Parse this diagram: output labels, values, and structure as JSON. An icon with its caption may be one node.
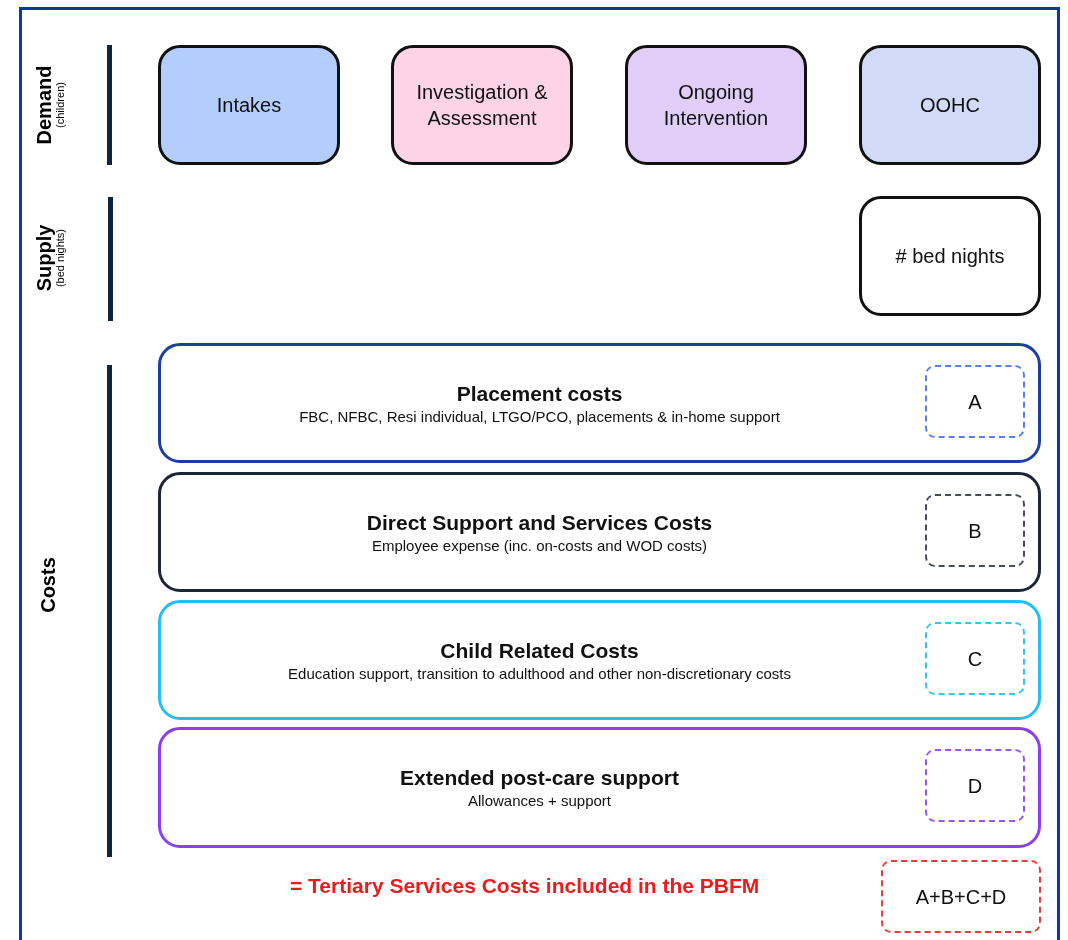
{
  "diagram": {
    "nodes": [
      {
        "text": [
          "Intakes"
        ]
      },
      {
        "text": [
          "Investigation & Assessment"
        ]
      },
      {
        "text": [
          "Ongoing Intervention"
        ]
      },
      {
        "text": [
          "OOHC"
        ]
      },
      {
        "text": [
          "# bed nights"
        ]
      },
      {
        "text": [
          "Placement costs",
          "FBC, NFBC, Resi individual, LTGO/PCO, placements & in-home support"
        ]
      },
      {
        "text": [
          "A"
        ],
        "in": 5
      },
      {
        "text": [
          "Direct Support and Services Costs",
          "Employee expense (inc. on-costs and WOD costs)"
        ]
      },
      {
        "text": [
          "B"
        ],
        "in": 7
      },
      {
        "text": [
          "Child Related Costs",
          "Education support, transition to adulthood and other non-discretionary costs"
        ]
      },
      {
        "text": [
          "C"
        ],
        "in": 9
      },
      {
        "text": [
          "Extended post-care support",
          "Allowances + support"
        ]
      },
      {
        "text": [
          "D"
        ],
        "in": 11
      },
      {
        "text": [
          "A+B+C+D"
        ]
      }
    ],
    "labels": [
      "Demand",
      "(children)",
      "Supply",
      "(bed nights)",
      "Costs",
      "= Tertiary Services Costs included in the PBFM"
    ]
  }
}
